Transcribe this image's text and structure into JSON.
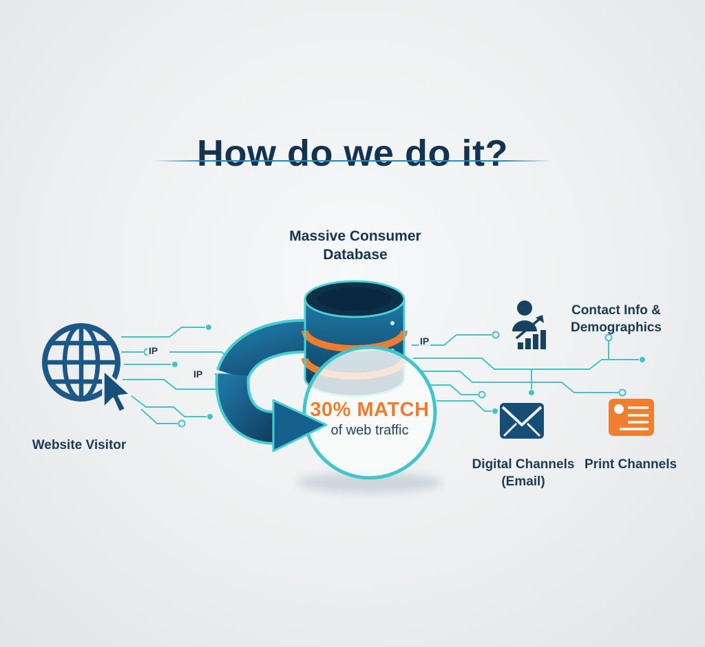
{
  "title": "How do we do it?",
  "nodes": {
    "website_visitor": {
      "label": "Website Visitor"
    },
    "database": {
      "label_line1": "Massive Consumer",
      "label_line2": "Database"
    },
    "match": {
      "value": "30% MATCH",
      "caption": "of web traffic"
    },
    "contact": {
      "label_line1": "Contact Info &",
      "label_line2": "Demographics"
    },
    "digital": {
      "label_line1": "Digital Channels",
      "label_line2": "(Email)"
    },
    "print": {
      "label": "Print Channels"
    }
  },
  "ip_labels": {
    "left_top": "IP",
    "left_bottom": "IP",
    "right": "IP"
  },
  "colors": {
    "navy_text": "#1d3a52",
    "teal_accent": "#44c3c7",
    "orange_accent": "#ee7c2c",
    "blue_icon": "#185a88",
    "background": "#edeff0"
  }
}
